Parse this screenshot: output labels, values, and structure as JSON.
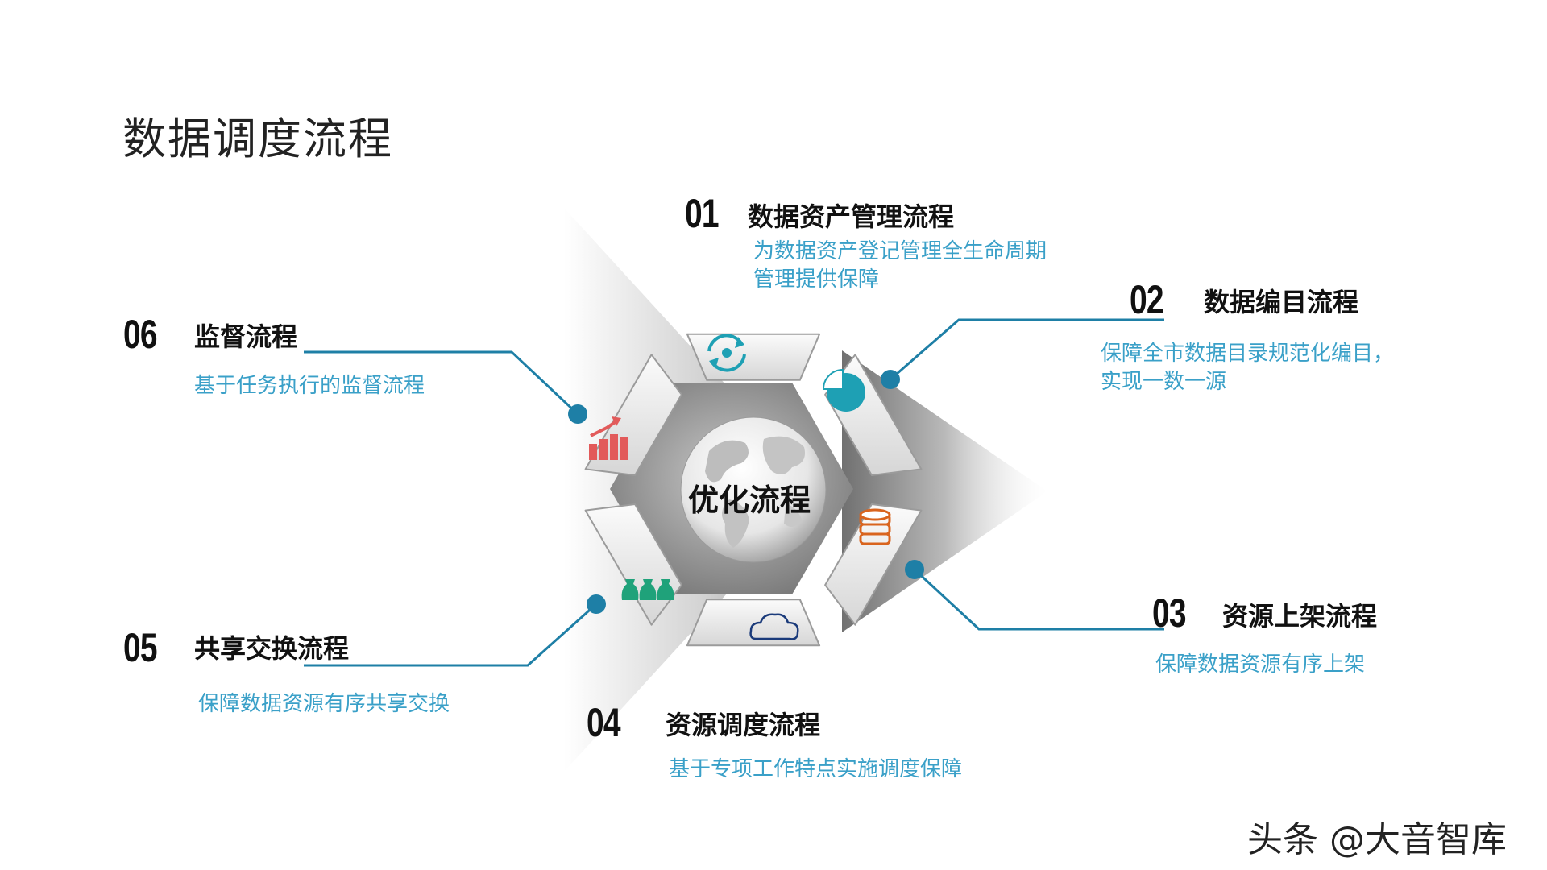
{
  "page": {
    "title": "数据调度流程"
  },
  "center": {
    "label": "优化流程"
  },
  "steps": [
    {
      "num": "01",
      "title": "数据资产管理流程",
      "desc": "为数据资产登记管理全生命周期管理提供保障",
      "desc_lines": [
        "为数据资产登记管理全生命周期",
        "管理提供保障"
      ],
      "icon": "sync-icon",
      "icon_color": "#1ea0b4"
    },
    {
      "num": "02",
      "title": "数据编目流程",
      "desc": "保障全市数据目录规范化编目，实现一数一源",
      "desc_lines": [
        "保障全市数据目录规范化编目，",
        "实现一数一源"
      ],
      "icon": "pie-chart-icon",
      "icon_color": "#1ea0b4"
    },
    {
      "num": "03",
      "title": "资源上架流程",
      "desc": "保障数据资源有序上架",
      "icon": "database-icon",
      "icon_color": "#d9641e"
    },
    {
      "num": "04",
      "title": "资源调度流程",
      "desc": "基于专项工作特点实施调度保障",
      "icon": "cloud-icon",
      "icon_color": "#1a3a7a"
    },
    {
      "num": "05",
      "title": "共享交换流程",
      "desc": "保障数据资源有序共享交换",
      "icon": "money-bags-icon",
      "icon_color": "#1fa27a"
    },
    {
      "num": "06",
      "title": "监督流程",
      "desc": "基于任务执行的监督流程",
      "icon": "growth-chart-icon",
      "icon_color": "#e25a5a"
    }
  ],
  "colors": {
    "connector": "#1e7fa6",
    "desc_text": "#3aa0c8",
    "title_text": "#111111"
  },
  "watermark": {
    "text": "头条 @大音智库"
  }
}
